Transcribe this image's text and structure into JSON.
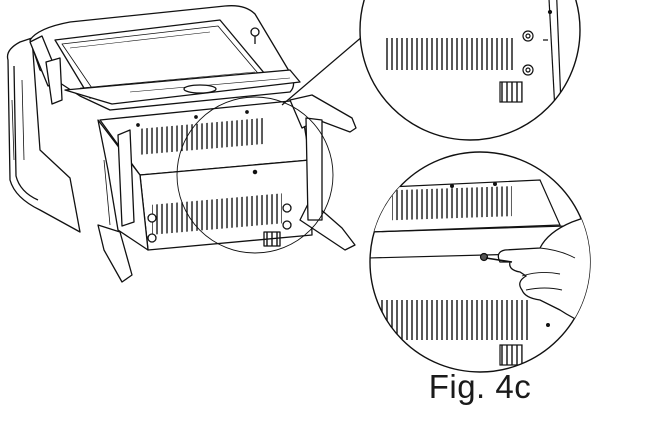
{
  "figure": {
    "caption": "Fig. 4c",
    "icons": [
      "device-rear-view",
      "zoom-callout-top",
      "zoom-callout-bottom",
      "hand-with-tool-icon"
    ]
  }
}
